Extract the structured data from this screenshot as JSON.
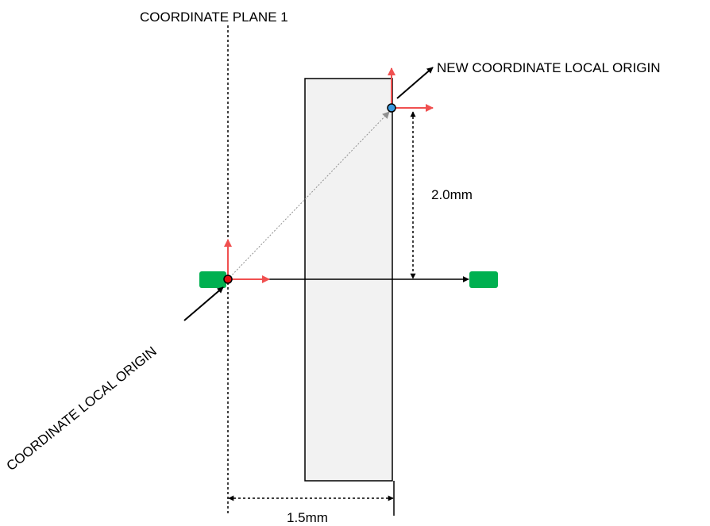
{
  "labels": {
    "plane": "COORDINATE PLANE 1",
    "new_origin": "NEW COORDINATE LOCAL ORIGIN",
    "origin": "COORDINATE LOCAL ORIGIN",
    "vertical_offset": "2.0mm",
    "horizontal_offset": "1.5mm"
  },
  "colors": {
    "axis": "#f05050",
    "origin_point": "#e01010",
    "new_origin_point": "#3a9ae0",
    "terminal": "#00b050",
    "panel_fill": "#f2f2f2",
    "guide": "#909090"
  }
}
